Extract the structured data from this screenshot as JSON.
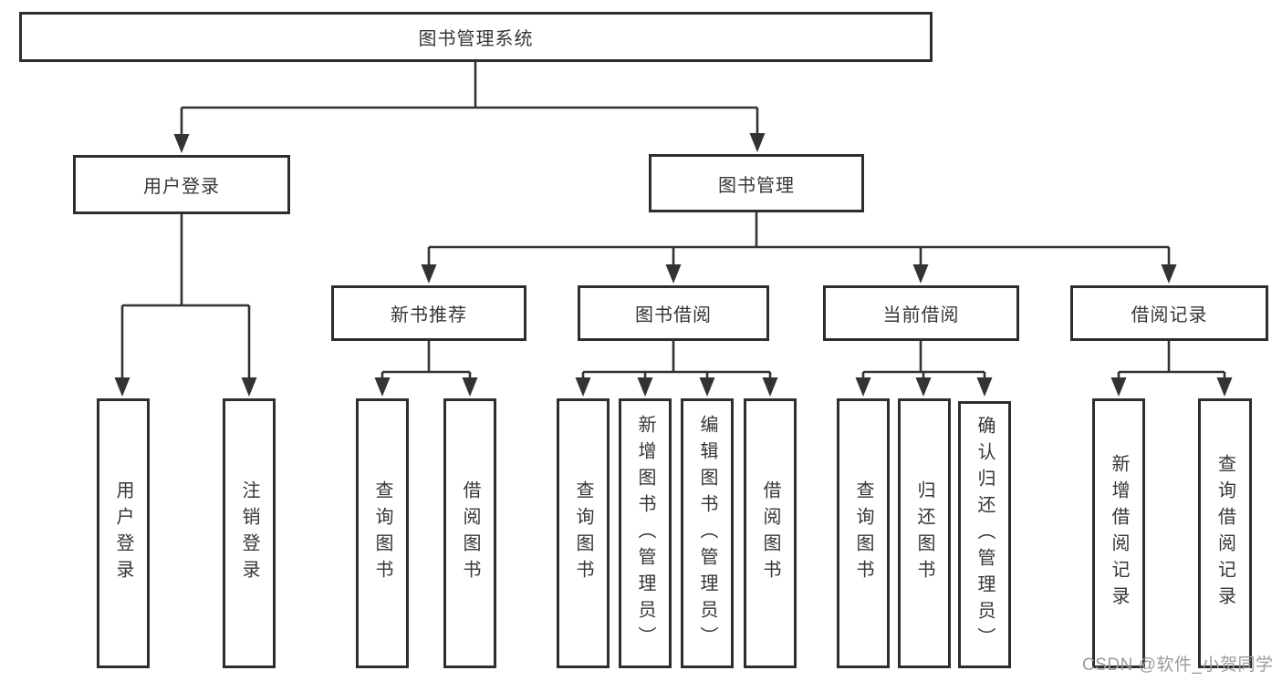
{
  "diagram": {
    "root": {
      "label": "图书管理系统"
    },
    "level2": [
      {
        "label": "用户登录"
      },
      {
        "label": "图书管理"
      }
    ],
    "level3": [
      {
        "label": "新书推荐",
        "parent": "图书管理"
      },
      {
        "label": "图书借阅",
        "parent": "图书管理"
      },
      {
        "label": "当前借阅",
        "parent": "图书管理"
      },
      {
        "label": "借阅记录",
        "parent": "图书管理"
      }
    ],
    "leaves": [
      {
        "label": "用户登录",
        "parent": "用户登录"
      },
      {
        "label": "注销登录",
        "parent": "用户登录"
      },
      {
        "label": "查询图书",
        "parent": "新书推荐"
      },
      {
        "label": "借阅图书",
        "parent": "新书推荐"
      },
      {
        "label": "查询图书",
        "parent": "图书借阅"
      },
      {
        "label": "新增图书（管理员）",
        "parent": "图书借阅"
      },
      {
        "label": "编辑图书（管理员）",
        "parent": "图书借阅"
      },
      {
        "label": "借阅图书",
        "parent": "图书借阅"
      },
      {
        "label": "查询图书",
        "parent": "当前借阅"
      },
      {
        "label": "归还图书",
        "parent": "当前借阅"
      },
      {
        "label": "确认归还（管理员）",
        "parent": "当前借阅"
      },
      {
        "label": "新增借阅记录",
        "parent": "借阅记录"
      },
      {
        "label": "查询借阅记录",
        "parent": "借阅记录"
      }
    ],
    "colors": {
      "line": "#333333",
      "box_border": "#2e2e2e",
      "text": "#363636",
      "watermark": "#9b9b9b",
      "background": "#ffffff"
    }
  },
  "watermark": {
    "text": "CSDN @软件_小贺同学"
  }
}
